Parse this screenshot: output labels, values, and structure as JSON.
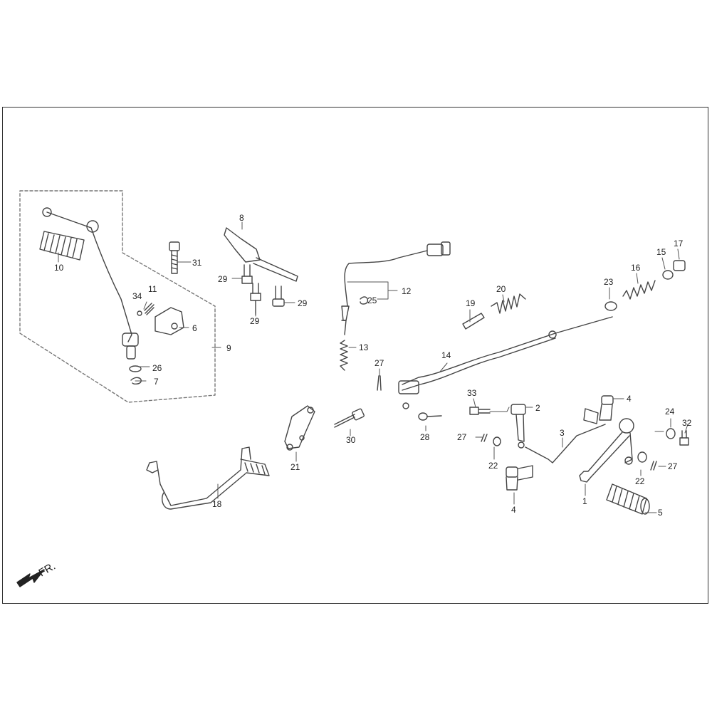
{
  "direction_label": "FR.",
  "callouts": [
    {
      "id": "c10",
      "text": "10"
    },
    {
      "id": "c34",
      "text": "34"
    },
    {
      "id": "c11",
      "text": "11"
    },
    {
      "id": "c6",
      "text": "6"
    },
    {
      "id": "c9",
      "text": "9"
    },
    {
      "id": "c26",
      "text": "26"
    },
    {
      "id": "c7",
      "text": "7"
    },
    {
      "id": "c31",
      "text": "31"
    },
    {
      "id": "c8",
      "text": "8"
    },
    {
      "id": "c29a",
      "text": "29"
    },
    {
      "id": "c29b",
      "text": "29"
    },
    {
      "id": "c29c",
      "text": "29"
    },
    {
      "id": "c12",
      "text": "12"
    },
    {
      "id": "c25",
      "text": "25"
    },
    {
      "id": "c13",
      "text": "13"
    },
    {
      "id": "c27a",
      "text": "27"
    },
    {
      "id": "c14",
      "text": "14"
    },
    {
      "id": "c19",
      "text": "19"
    },
    {
      "id": "c20",
      "text": "20"
    },
    {
      "id": "c23",
      "text": "23"
    },
    {
      "id": "c16",
      "text": "16"
    },
    {
      "id": "c15",
      "text": "15"
    },
    {
      "id": "c17",
      "text": "17"
    },
    {
      "id": "c33",
      "text": "33"
    },
    {
      "id": "c2",
      "text": "2"
    },
    {
      "id": "c4a",
      "text": "4"
    },
    {
      "id": "c24",
      "text": "24"
    },
    {
      "id": "c32",
      "text": "32"
    },
    {
      "id": "c28",
      "text": "28"
    },
    {
      "id": "c27b",
      "text": "27"
    },
    {
      "id": "c3",
      "text": "3"
    },
    {
      "id": "c22a",
      "text": "22"
    },
    {
      "id": "c22b",
      "text": "22"
    },
    {
      "id": "c27c",
      "text": "27"
    },
    {
      "id": "c30",
      "text": "30"
    },
    {
      "id": "c21",
      "text": "21"
    },
    {
      "id": "c18",
      "text": "18"
    },
    {
      "id": "c4b",
      "text": "4"
    },
    {
      "id": "c1",
      "text": "1"
    },
    {
      "id": "c5",
      "text": "5"
    }
  ]
}
